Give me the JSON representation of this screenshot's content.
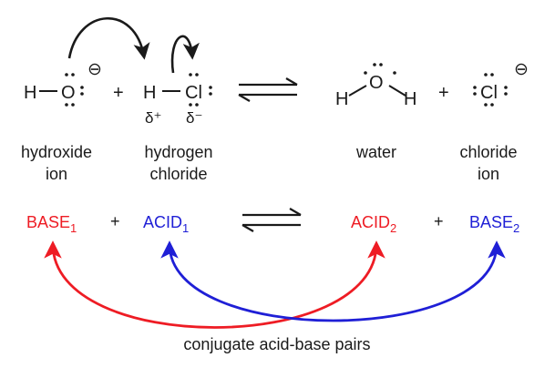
{
  "reaction": {
    "hydroxide": {
      "atom_h": "H",
      "atom_o": "O",
      "charge": "⊖",
      "name_line1": "hydroxide",
      "name_line2": "ion"
    },
    "plus_1": "+",
    "hydrogen_chloride": {
      "atom_h": "H",
      "atom_cl": "Cl",
      "partial_positive": "δ⁺",
      "partial_negative": "δ⁻",
      "name_line1": "hydrogen",
      "name_line2": "chloride"
    },
    "water": {
      "atom_h_left": "H",
      "atom_o": "O",
      "atom_h_right": "H",
      "name": "water"
    },
    "plus_2": "+",
    "chloride": {
      "atom_cl": "Cl",
      "charge": "⊖",
      "name_line1": "chloride",
      "name_line2": "ion"
    }
  },
  "roles": {
    "base1": {
      "text": "BASE",
      "sub": "1"
    },
    "plus_1": "+",
    "acid1": {
      "text": "ACID",
      "sub": "1"
    },
    "acid2": {
      "text": "ACID",
      "sub": "2"
    },
    "plus_2": "+",
    "base2": {
      "text": "BASE",
      "sub": "2"
    }
  },
  "caption": "conjugate acid-base pairs",
  "colors": {
    "black": "#1a1a1a",
    "red": "#ee1c24",
    "blue": "#1f1fd6"
  }
}
